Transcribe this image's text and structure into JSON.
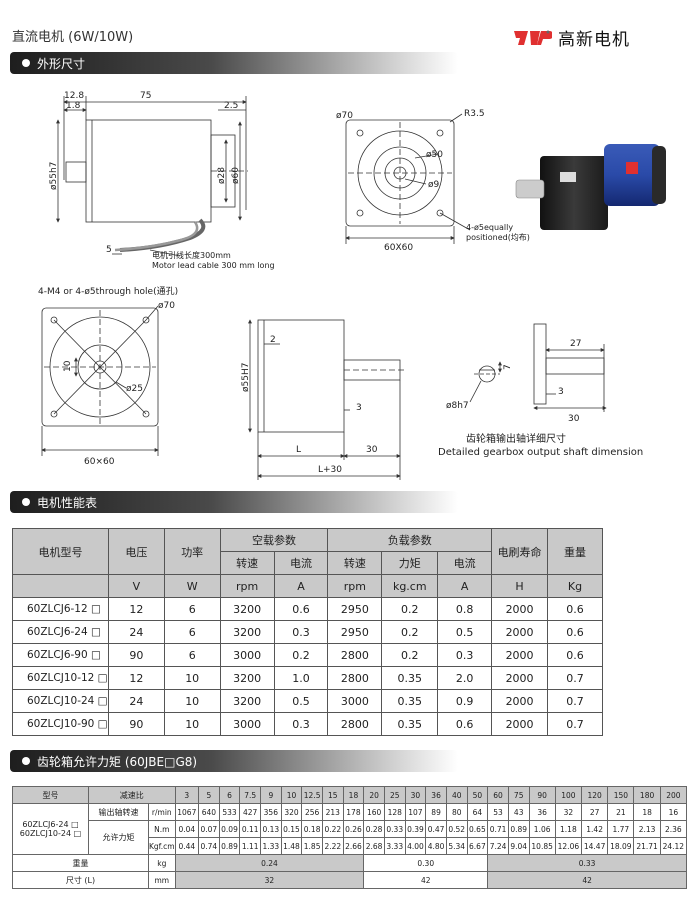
{
  "header": {
    "page_title": "直流电机 (6W/10W)",
    "brand_name": "高新电机",
    "brand_colors": {
      "logo_red": "#e03030",
      "logo_gray": "#666666"
    }
  },
  "sections": {
    "dimensions": "外形尺寸",
    "performance": "电机性能表",
    "gearbox": "齿轮箱允许力矩 (60JBE□G8)"
  },
  "drawing": {
    "top_left": {
      "dim_12_8": "12.8",
      "dim_1_8": "1.8",
      "dim_75": "75",
      "dim_2_5": "2.5",
      "dim_55h7": "ø55h7",
      "dim_28": "ø28",
      "dim_60": "ø60",
      "dim_5": "5",
      "cable_cn": "电机引线长度300mm",
      "cable_en": "Motor lead cable 300 mm long"
    },
    "top_mid": {
      "dim_70": "ø70",
      "dim_r35": "R3.5",
      "dim_50": "ø50",
      "dim_9": "ø9",
      "dim_60x60": "60X60",
      "holes_a": "4-ø5equally",
      "holes_b": "positioned(均布)"
    },
    "bottom_left": {
      "holes_label": "4-M4 or 4-ø5through hole(通孔)",
      "dim_70": "ø70",
      "dim_10": "10",
      "dim_25": "ø25",
      "dim_60x60": "60×60"
    },
    "bottom_mid": {
      "dim_55h7": "ø55H7",
      "dim_2": "2",
      "dim_3": "3",
      "dim_l": "L",
      "dim_30": "30",
      "dim_l30": "L+30"
    },
    "bottom_right": {
      "dim_7": "7",
      "dim_8h7": "ø8h7",
      "dim_27": "27",
      "dim_3": "3",
      "dim_30": "30",
      "caption_cn": "齿轮箱输出轴详细尺寸",
      "caption_en": "Detailed gearbox output shaft dimension"
    }
  },
  "performance": {
    "headers": {
      "model": "电机型号",
      "voltage": "电压",
      "power": "功率",
      "no_load": "空载参数",
      "load": "负载参数",
      "speed": "转速",
      "current": "电流",
      "torque": "力矩",
      "life": "电刷寿命",
      "weight": "重量"
    },
    "units": [
      "V",
      "W",
      "rpm",
      "A",
      "rpm",
      "kg.cm",
      "A",
      "H",
      "Kg"
    ],
    "rows": [
      [
        "60ZLCJ6-12 □",
        "12",
        "6",
        "3200",
        "0.6",
        "2950",
        "0.2",
        "0.8",
        "2000",
        "0.6"
      ],
      [
        "60ZLCJ6-24 □",
        "24",
        "6",
        "3200",
        "0.3",
        "2950",
        "0.2",
        "0.5",
        "2000",
        "0.6"
      ],
      [
        "60ZLCJ6-90 □",
        "90",
        "6",
        "3000",
        "0.2",
        "2800",
        "0.2",
        "0.3",
        "2000",
        "0.6"
      ],
      [
        "60ZLCJ10-12 □",
        "12",
        "10",
        "3200",
        "1.0",
        "2800",
        "0.35",
        "2.0",
        "2000",
        "0.7"
      ],
      [
        "60ZLCJ10-24 □",
        "24",
        "10",
        "3200",
        "0.5",
        "3000",
        "0.35",
        "0.9",
        "2000",
        "0.7"
      ],
      [
        "60ZLCJ10-90 □",
        "90",
        "10",
        "3000",
        "0.3",
        "2800",
        "0.35",
        "0.6",
        "2000",
        "0.7"
      ]
    ]
  },
  "gearbox": {
    "model_label": "型号",
    "ratio_label": "减速比",
    "ratios": [
      "3",
      "5",
      "6",
      "7.5",
      "9",
      "10",
      "12.5",
      "15",
      "18",
      "20",
      "25",
      "30",
      "36",
      "40",
      "50",
      "60",
      "75",
      "90",
      "100",
      "120",
      "150",
      "180",
      "200"
    ],
    "models": [
      "60ZLCJ6-24 □",
      "60ZLCJ10-24 □"
    ],
    "speed_label": "输出轴转速",
    "speed_unit": "r/min",
    "speeds": [
      "1067",
      "640",
      "533",
      "427",
      "356",
      "320",
      "256",
      "213",
      "178",
      "160",
      "128",
      "107",
      "89",
      "80",
      "64",
      "53",
      "43",
      "36",
      "32",
      "27",
      "21",
      "18",
      "16"
    ],
    "torque_label": "允许力矩",
    "nm_unit": "N.m",
    "nm": [
      "0.04",
      "0.07",
      "0.09",
      "0.11",
      "0.13",
      "0.15",
      "0.18",
      "0.22",
      "0.26",
      "0.28",
      "0.33",
      "0.39",
      "0.47",
      "0.52",
      "0.65",
      "0.71",
      "0.89",
      "1.06",
      "1.18",
      "1.42",
      "1.77",
      "2.13",
      "2.36"
    ],
    "kgf_unit": "Kgf.cm",
    "kgf": [
      "0.44",
      "0.74",
      "0.89",
      "1.11",
      "1.33",
      "1.48",
      "1.85",
      "2.22",
      "2.66",
      "2.68",
      "3.33",
      "4.00",
      "4.80",
      "5.34",
      "6.67",
      "7.24",
      "9.04",
      "10.85",
      "12.06",
      "14.47",
      "18.09",
      "21.71",
      "24.12"
    ],
    "weight_label": "重量",
    "weight_unit": "kg",
    "weights": [
      "0.24",
      "0.30",
      "0.33"
    ],
    "size_label": "尺寸 (L)",
    "size_unit": "mm",
    "sizes": [
      "32",
      "42",
      "42"
    ]
  }
}
